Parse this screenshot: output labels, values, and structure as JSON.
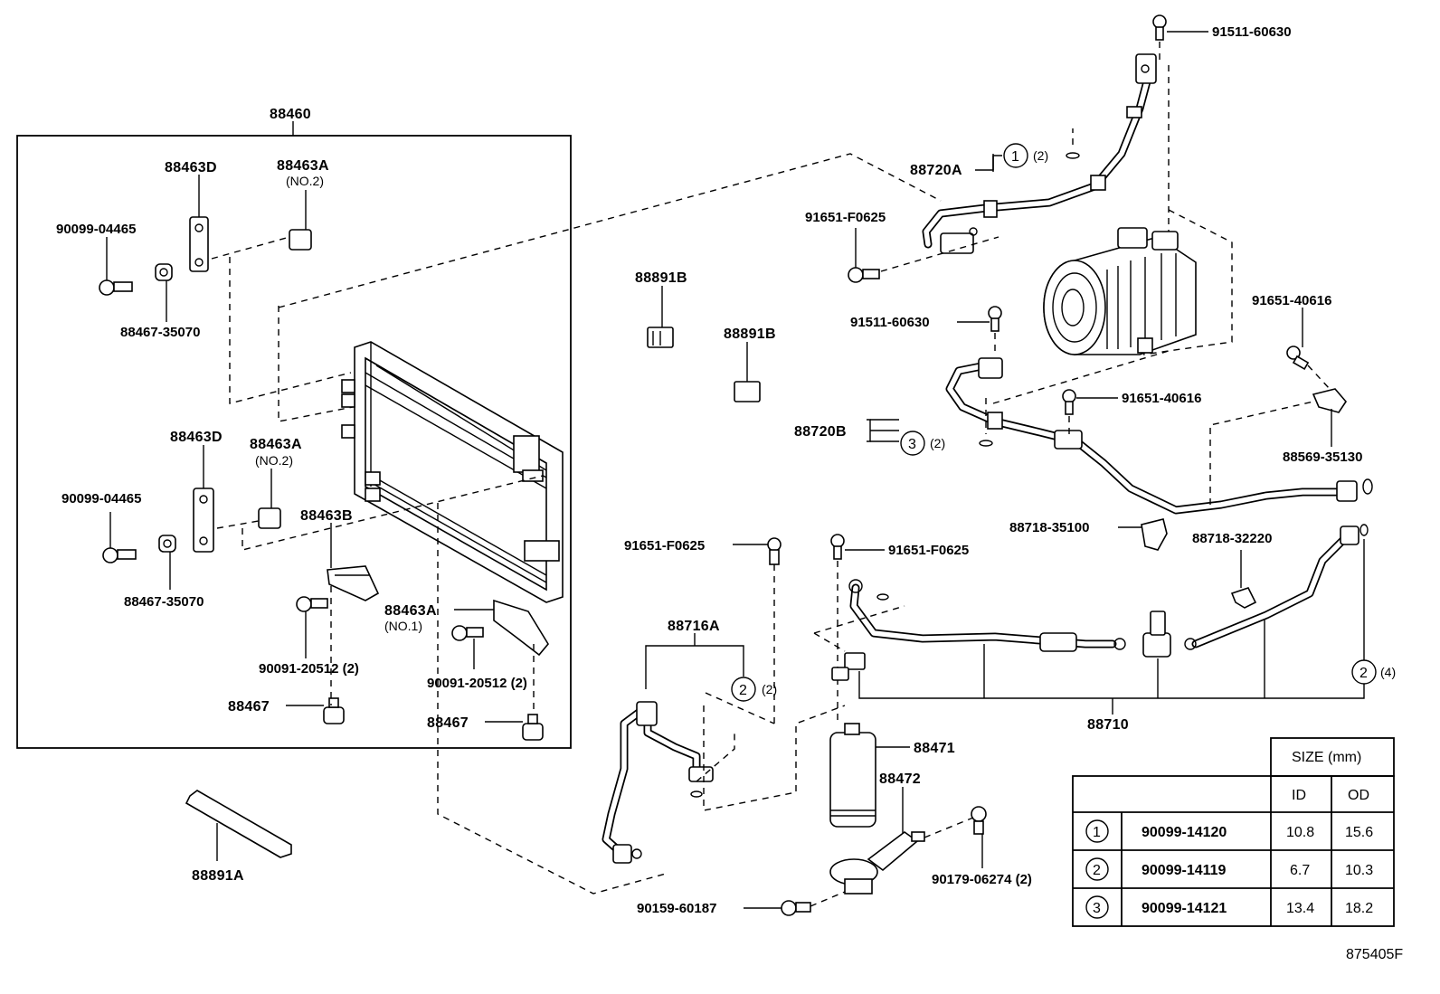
{
  "labels": {
    "assy_88460": "88460",
    "p88463D_1": "88463D",
    "p88463A_1": "88463A",
    "p88463A_1_note": "(NO.2)",
    "p90099_1": "90099-04465",
    "p88467_35070_1": "88467-35070",
    "p88463D_2": "88463D",
    "p88463A_2": "88463A",
    "p88463A_2_note": "(NO.2)",
    "p90099_2": "90099-04465",
    "p88463B": "88463B",
    "p88467_35070_2": "88467-35070",
    "p88463A_3": "88463A",
    "p88463A_3_note": "(NO.1)",
    "p90091_1": "90091-20512 (2)",
    "p90091_2": "90091-20512 (2)",
    "p88467_1": "88467",
    "p88467_2": "88467",
    "p88891A": "88891A",
    "p88891B_1": "88891B",
    "p88891B_2": "88891B",
    "p91511_top": "91511-60630",
    "p88720A": "88720A",
    "p88720A_ring": "1",
    "p88720A_qty": "(2)",
    "p91651_F0625_top": "91651-F0625",
    "p91511_mid": "91511-60630",
    "p91651_40616_right": "91651-40616",
    "p91651_40616_mid": "91651-40616",
    "p88720B": "88720B",
    "p88720B_ring": "3",
    "p88720B_qty": "(2)",
    "p88569": "88569-35130",
    "p88718_35100": "88718-35100",
    "p88718_32220": "88718-32220",
    "p91651_F0625_left": "91651-F0625",
    "p91651_F0625_right": "91651-F0625",
    "p88716A": "88716A",
    "p88716A_ring": "2",
    "p88716A_qty": "(2)",
    "p88710": "88710",
    "p88710_ring": "2",
    "p88710_qty": "(4)",
    "p88471": "88471",
    "p88472": "88472",
    "p90179": "90179-06274 (2)",
    "p90159": "90159-60187",
    "diagram_id": "875405F"
  },
  "size_table": {
    "header": "SIZE (mm)",
    "col_id": "ID",
    "col_od": "OD",
    "rows": [
      {
        "ring": "1",
        "part": "90099-14120",
        "id": "10.8",
        "od": "15.6"
      },
      {
        "ring": "2",
        "part": "90099-14119",
        "id": "6.7",
        "od": "10.3"
      },
      {
        "ring": "3",
        "part": "90099-14121",
        "id": "13.4",
        "od": "18.2"
      }
    ]
  }
}
